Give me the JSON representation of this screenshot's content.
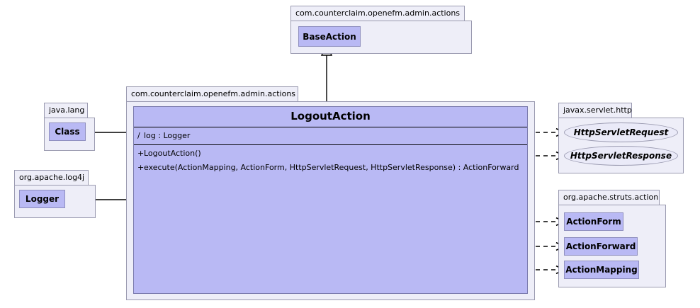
{
  "diagram": {
    "title": "LogoutAction UML class diagram",
    "colors": {
      "class_fill": "#b9b9f4",
      "class_stroke": "#8f8fbf",
      "package_fill": "#eeeef8",
      "package_stroke": "#9a9ab0",
      "interface_fill": "#eaeaf8",
      "line": "#000000",
      "background": "#ffffff"
    }
  },
  "packages": {
    "base_action_pkg": {
      "label": "com.counterclaim.openefm.admin.actions"
    },
    "main_pkg": {
      "label": "com.counterclaim.openefm.admin.actions"
    },
    "java_lang": {
      "label": "java.lang"
    },
    "log4j": {
      "label": "org.apache.log4j"
    },
    "servlet_http": {
      "label": "javax.servlet.http"
    },
    "struts_action": {
      "label": "org.apache.struts.action"
    }
  },
  "classes": {
    "base_action": {
      "name": "BaseAction"
    },
    "java_class": {
      "name": "Class"
    },
    "logger": {
      "name": "Logger"
    },
    "action_form": {
      "name": "ActionForm"
    },
    "action_forward": {
      "name": "ActionForward"
    },
    "action_mapping": {
      "name": "ActionMapping"
    }
  },
  "interfaces": {
    "http_servlet_request": {
      "name": "HttpServletRequest"
    },
    "http_servlet_response": {
      "name": "HttpServletResponse"
    }
  },
  "main_class": {
    "name": "LogoutAction",
    "attributes": [
      {
        "visibility": "/",
        "text": "log : Logger"
      }
    ],
    "operations": [
      {
        "visibility": "+",
        "text": "LogoutAction()"
      },
      {
        "visibility": "+",
        "text": "execute(ActionMapping, ActionForm, HttpServletRequest, HttpServletResponse) : ActionForward"
      }
    ]
  },
  "relationships": [
    {
      "name": "generalization-logoutaction-baseaction",
      "type": "generalization",
      "from": "LogoutAction",
      "to": "BaseAction",
      "style": "solid",
      "arrow": "hollow-triangle"
    },
    {
      "name": "association-logoutaction-class",
      "type": "association",
      "from": "LogoutAction",
      "to": "Class",
      "style": "solid",
      "arrow": "open"
    },
    {
      "name": "association-logoutaction-logger",
      "type": "association",
      "from": "LogoutAction",
      "to": "Logger",
      "style": "solid",
      "arrow": "open"
    },
    {
      "name": "dependency-logoutaction-httpservletrequest",
      "type": "dependency",
      "from": "LogoutAction",
      "to": "HttpServletRequest",
      "style": "dashed",
      "arrow": "open"
    },
    {
      "name": "dependency-logoutaction-httpservletresponse",
      "type": "dependency",
      "from": "LogoutAction",
      "to": "HttpServletResponse",
      "style": "dashed",
      "arrow": "open"
    },
    {
      "name": "dependency-logoutaction-actionform",
      "type": "dependency",
      "from": "LogoutAction",
      "to": "ActionForm",
      "style": "dashed",
      "arrow": "open"
    },
    {
      "name": "dependency-logoutaction-actionforward",
      "type": "dependency",
      "from": "LogoutAction",
      "to": "ActionForward",
      "style": "dashed",
      "arrow": "open"
    },
    {
      "name": "dependency-logoutaction-actionmapping",
      "type": "dependency",
      "from": "LogoutAction",
      "to": "ActionMapping",
      "style": "dashed",
      "arrow": "open"
    }
  ]
}
